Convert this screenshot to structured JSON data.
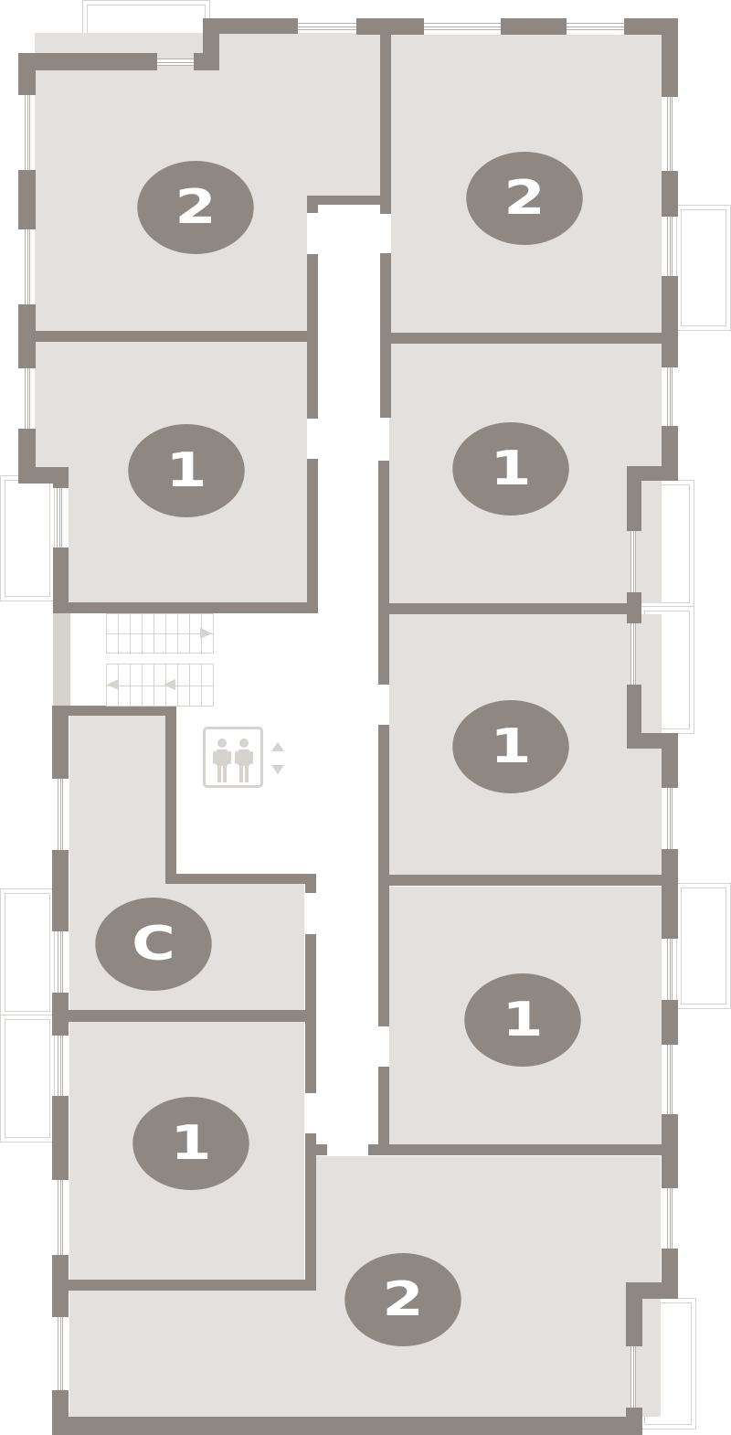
{
  "plan": {
    "type": "apartment floor plan",
    "colors": {
      "wall": "#8f8882",
      "floor": "#e3e0dd",
      "corridor": "#ffffff",
      "fixture_lines": "#d6d2ce",
      "badge_text": "#ffffff"
    },
    "units": [
      {
        "id": "unit-top-left",
        "label": "2",
        "rooms": 2
      },
      {
        "id": "unit-top-right",
        "label": "2",
        "rooms": 2
      },
      {
        "id": "unit-left-upper",
        "label": "1",
        "rooms": 1
      },
      {
        "id": "unit-right-2",
        "label": "1",
        "rooms": 1
      },
      {
        "id": "unit-right-3",
        "label": "1",
        "rooms": 1
      },
      {
        "id": "unit-left-studio",
        "label": "C",
        "rooms": 0
      },
      {
        "id": "unit-right-4",
        "label": "1",
        "rooms": 1
      },
      {
        "id": "unit-left-lower",
        "label": "1",
        "rooms": 1
      },
      {
        "id": "unit-bottom",
        "label": "2",
        "rooms": 2
      }
    ],
    "core": {
      "stairs_icon": "stairs-icon",
      "elevator_icon": "elevator-people-icon",
      "elevator_arrows": "up-down-arrows-icon"
    }
  }
}
